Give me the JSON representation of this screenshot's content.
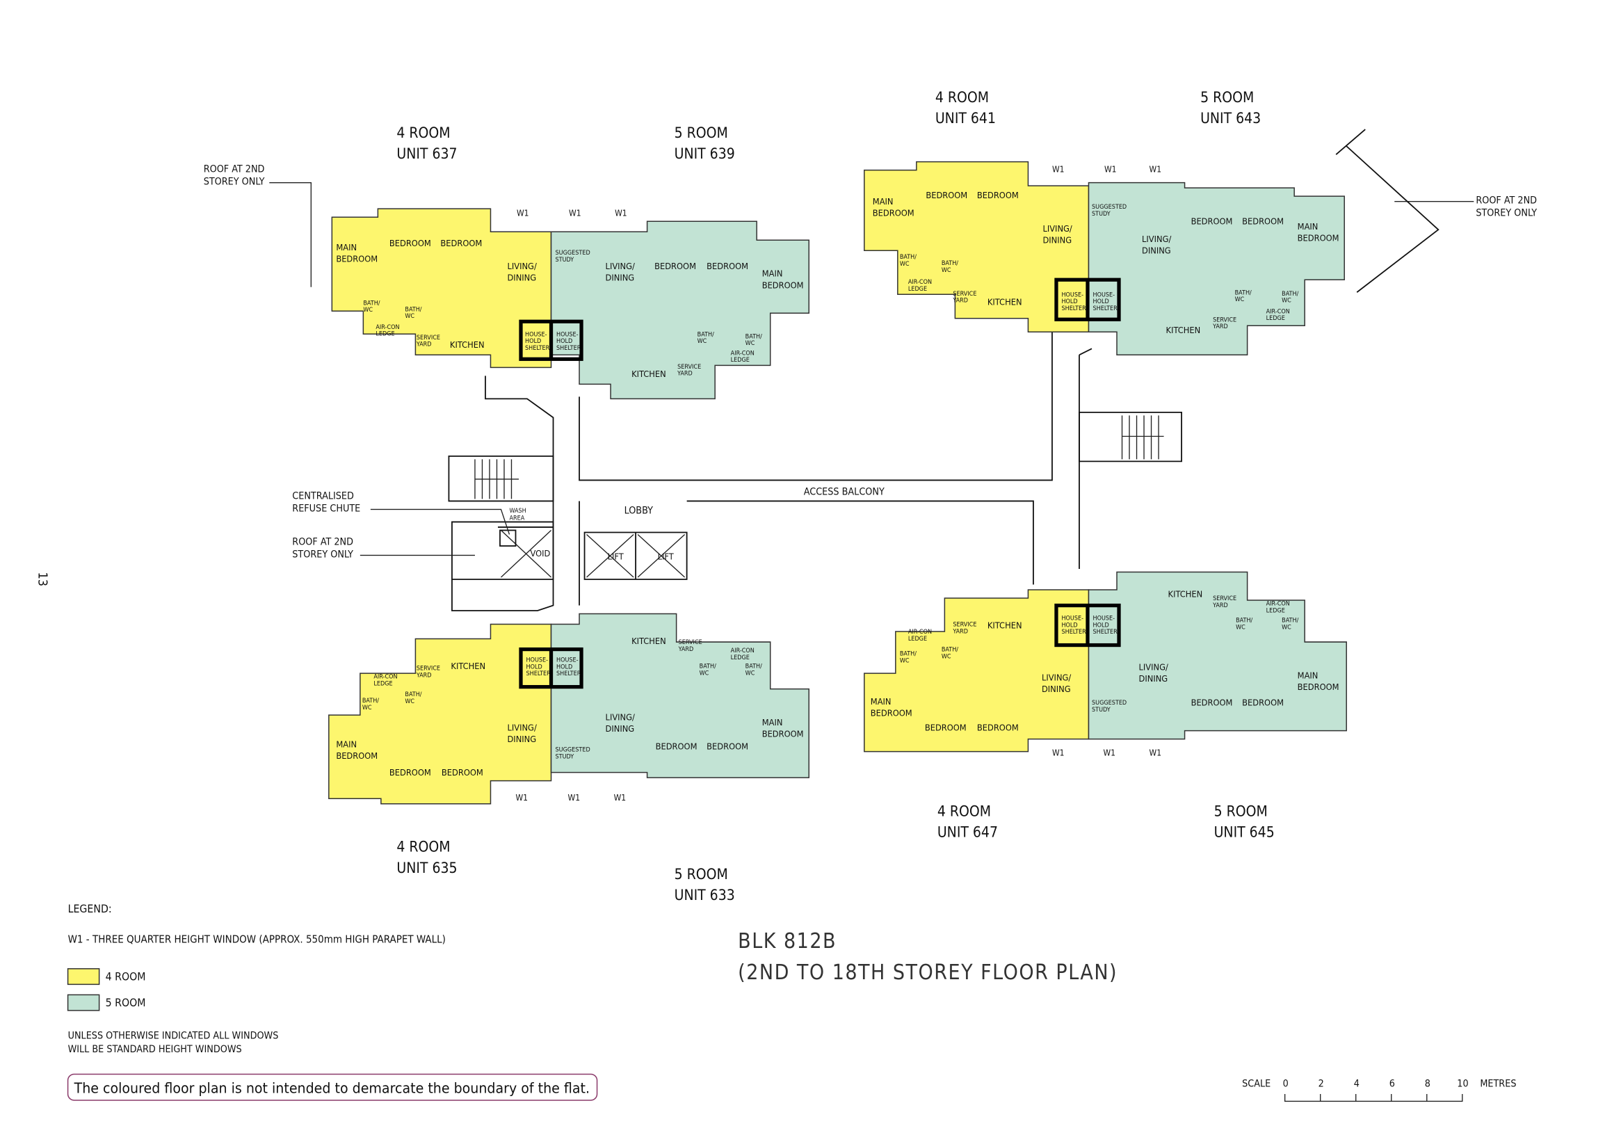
{
  "page_number": "13",
  "colors": {
    "four_room": "#fdf66e",
    "five_room": "#c2e3d4",
    "notice_border": "#8a3a6a"
  },
  "units": [
    {
      "type": "4 ROOM",
      "name": "UNIT 637",
      "rooms": [
        "MAIN\nBEDROOM",
        "BEDROOM",
        "BEDROOM",
        "LIVING/\nDINING",
        "BATH/\nWC",
        "BATH/\nWC",
        "AIR-CON\nLEDGE",
        "SERVICE\nYARD",
        "KITCHEN",
        "HOUSE-\nHOLD\nSHELTER"
      ]
    },
    {
      "type": "5 ROOM",
      "name": "UNIT 639",
      "rooms": [
        "SUGGESTED\nSTUDY",
        "LIVING/\nDINING",
        "BEDROOM",
        "BEDROOM",
        "MAIN\nBEDROOM",
        "BATH/\nWC",
        "BATH/\nWC",
        "AIR-CON\nLEDGE",
        "KITCHEN",
        "SERVICE\nYARD",
        "HOUSE-\nHOLD\nSHELTER"
      ]
    },
    {
      "type": "4 ROOM",
      "name": "UNIT 641",
      "rooms": [
        "MAIN\nBEDROOM",
        "BEDROOM",
        "BEDROOM",
        "LIVING/\nDINING",
        "BATH/\nWC",
        "BATH/\nWC",
        "AIR-CON\nLEDGE",
        "SERVICE\nYARD",
        "KITCHEN",
        "HOUSE-\nHOLD\nSHELTER"
      ]
    },
    {
      "type": "5 ROOM",
      "name": "UNIT 643",
      "rooms": [
        "SUGGESTED\nSTUDY",
        "LIVING/\nDINING",
        "BEDROOM",
        "BEDROOM",
        "MAIN\nBEDROOM",
        "BATH/\nWC",
        "BATH/\nWC",
        "AIR-CON\nLEDGE",
        "KITCHEN",
        "SERVICE\nYARD",
        "HOUSE-\nHOLD\nSHELTER"
      ]
    },
    {
      "type": "4 ROOM",
      "name": "UNIT 635",
      "rooms": [
        "MAIN\nBEDROOM",
        "BEDROOM",
        "BEDROOM",
        "LIVING/\nDINING",
        "BATH/\nWC",
        "BATH/\nWC",
        "AIR-CON\nLEDGE",
        "SERVICE\nYARD",
        "KITCHEN",
        "HOUSE-\nHOLD\nSHELTER"
      ]
    },
    {
      "type": "5 ROOM",
      "name": "UNIT 633",
      "rooms": [
        "SUGGESTED\nSTUDY",
        "LIVING/\nDINING",
        "BEDROOM",
        "BEDROOM",
        "MAIN\nBEDROOM",
        "BATH/\nWC",
        "BATH/\nWC",
        "AIR-CON\nLEDGE",
        "KITCHEN",
        "SERVICE\nYARD",
        "HOUSE-\nHOLD\nSHELTER"
      ]
    },
    {
      "type": "4 ROOM",
      "name": "UNIT 647",
      "rooms": [
        "MAIN\nBEDROOM",
        "BEDROOM",
        "BEDROOM",
        "LIVING/\nDINING",
        "BATH/\nWC",
        "BATH/\nWC",
        "AIR-CON\nLEDGE",
        "SERVICE\nYARD",
        "KITCHEN",
        "HOUSE-\nHOLD\nSHELTER"
      ]
    },
    {
      "type": "5 ROOM",
      "name": "UNIT 645",
      "rooms": [
        "SUGGESTED\nSTUDY",
        "LIVING/\nDINING",
        "BEDROOM",
        "BEDROOM",
        "MAIN\nBEDROOM",
        "BATH/\nWC",
        "BATH/\nWC",
        "AIR-CON\nLEDGE",
        "KITCHEN",
        "SERVICE\nYARD",
        "HOUSE-\nHOLD\nSHELTER"
      ]
    }
  ],
  "window_tag": "W1",
  "annotations": {
    "roof_2nd": "ROOF AT 2ND\nSTOREY ONLY",
    "refuse_chute": "CENTRALISED\nREFUSE CHUTE",
    "wash_area": "WASH\nAREA",
    "void": "VOID",
    "lift": "LIFT",
    "lobby": "LOBBY",
    "access_balcony": "ACCESS BALCONY"
  },
  "title": {
    "line1": "BLK 812B",
    "line2": "(2ND TO 18TH STOREY FLOOR PLAN)"
  },
  "legend": {
    "heading": "LEGEND:",
    "w1_note": "W1 - THREE QUARTER HEIGHT WINDOW (APPROX. 550mm HIGH PARAPET WALL)",
    "items": [
      {
        "label": "4 ROOM"
      },
      {
        "label": "5 ROOM"
      }
    ],
    "windows_note_1": "UNLESS OTHERWISE INDICATED ALL WINDOWS",
    "windows_note_2": "WILL BE STANDARD HEIGHT WINDOWS"
  },
  "notice": "The coloured floor plan is not intended to demarcate the boundary of the flat.",
  "scale": {
    "label": "SCALE",
    "ticks": [
      "0",
      "2",
      "4",
      "6",
      "8",
      "10"
    ],
    "unit": "METRES"
  }
}
